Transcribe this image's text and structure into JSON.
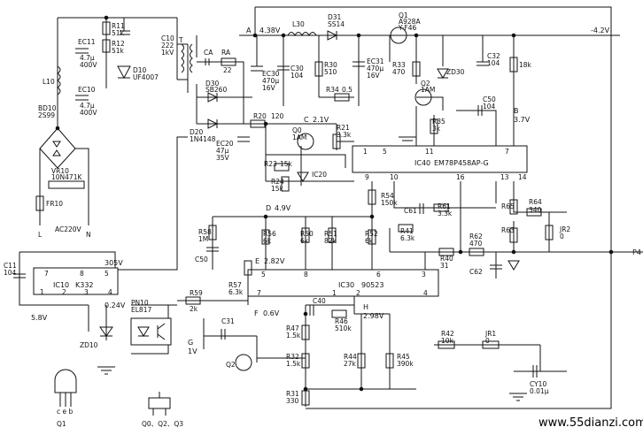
{
  "power_output": "-4.2V",
  "p4": "P4",
  "watermark": "www.55dianzi.com",
  "ic": {
    "ic40_name": "IC40",
    "ic40_part": "EM78P458AP-G",
    "ic40_pins_top": [
      "1",
      "5",
      "11",
      "7"
    ],
    "ic40_pins_bottom": [
      "9",
      "10",
      "16",
      "13",
      "14"
    ],
    "ic30_name": "IC30",
    "ic30_part": "90523",
    "ic30_pins_top": [
      "5",
      "8",
      "6",
      "3"
    ],
    "ic30_pins_bottom": [
      "7",
      "1",
      "2",
      "4"
    ],
    "ic10_name": "IC10",
    "ic10_part": "K332",
    "ic10_pins_top": [
      "7",
      "8",
      "5"
    ],
    "ic10_pins_bottom": [
      "1",
      "2",
      "3",
      "4"
    ],
    "ic20": "IC20"
  },
  "nodes": {
    "a": "A",
    "a_v": "4.38V",
    "b": "B",
    "b_v": "3.7V",
    "c": "C",
    "c_v": "2.1V",
    "d": "D",
    "d_v": "4.9V",
    "e": "E",
    "e_v": "2.82V",
    "f": "F",
    "f_v": "0.6V",
    "g": "G",
    "g_v": "1V",
    "h": "H",
    "h_v": "2.98V",
    "v305": "305V",
    "v58": "5.8V",
    "v024": "0.24V"
  },
  "parts": {
    "r11": "R11",
    "r11_v": "51k",
    "r12": "R12",
    "r12_v": "51k",
    "c10": "C10",
    "c10_v1": "222",
    "c10_v2": "1kV",
    "ec11": "EC11",
    "ec11_v1": "4.7μ",
    "ec11_v2": "400V",
    "ec10": "EC10",
    "ec10_v1": "4.7μ",
    "ec10_v2": "400V",
    "d10": "D10",
    "d10_v": "UF4007",
    "l10": "L10",
    "t": "T",
    "bd10": "BD10",
    "bd10_v": "2S99",
    "vr10": "VR10",
    "vr10_v": "10N471K",
    "fr10": "FR10",
    "ac": "AC220V",
    "l": "L",
    "n": "N",
    "ca": "CA",
    "ra": "RA",
    "ra_v": "22",
    "d30": "D30",
    "d30_v": "SB260",
    "d20": "D20",
    "d20_v": "1N4148",
    "r20": "R20",
    "r20_v": "120",
    "ec20": "EC20",
    "ec20_v1": "47μ",
    "ec20_v2": "35V",
    "l30": "L30",
    "ec30": "EC30",
    "ec30_v1": "470μ",
    "ec30_v2": "16V",
    "c30": "C30",
    "c30_v": "104",
    "r30": "R30",
    "r30_v": "510",
    "r34": "R34",
    "r34_v": "0.5",
    "d31": "D31",
    "d31_v": "SS14",
    "ec31": "EC31",
    "ec31_v1": "470μ",
    "ec31_v2": "16V",
    "q1": "Q1",
    "q1_v1": "A928A",
    "q1_v2": "Y-F46",
    "r33": "R33",
    "r33_v": "470",
    "q2": "Q2",
    "q2_v": "1AM",
    "zd30": "ZD30",
    "c32": "C32",
    "c32_v": "104",
    "r18k": "18k",
    "r35": "R35",
    "r35_v": "3k",
    "c50": "C50",
    "c50_v": "104",
    "r21": "R21",
    "r21_v": "3.3k",
    "q0": "Q0",
    "q0_v": "1AM",
    "r23": "R23",
    "r23_v": "15k",
    "r24": "R24",
    "r24_v": "15k",
    "r54": "R54",
    "r54_v": "150k",
    "c61": "C61",
    "r61": "R61",
    "r61_v": "3.3k",
    "r65": "R65",
    "r64": "R64",
    "r64_v": "340",
    "r63": "R63",
    "jr2": "JR2",
    "jr2_v": "0",
    "r58": "R58",
    "r58_v": "1M",
    "r56": "R56",
    "r56_v": "6k",
    "r50": "R50",
    "r50_v": "6k",
    "r51": "R51",
    "r51_v": "82k",
    "r52": "R52",
    "r52_v": "6k",
    "r41": "R41",
    "r41_v": "6.3k",
    "r40": "R40",
    "r40_v": "31",
    "r62": "R62",
    "r62_v": "470",
    "c62": "C62",
    "c50b": "C50",
    "r57": "R57",
    "r57_v": "6.3k",
    "c11": "C11",
    "c11_v": "104",
    "pn10": "PN10",
    "pn10_v": "EL817",
    "zd10": "ZD10",
    "r59": "R59",
    "r59_v": "2k",
    "c31": "C31",
    "c40": "C40",
    "r47": "R47",
    "r47_v": "1.5k",
    "r46": "R46",
    "r46_v": "510k",
    "r32": "R32",
    "r32_v": "1.5k",
    "q2b": "Q2",
    "r44": "R44",
    "r44_v": "27k",
    "r45": "R45",
    "r45_v": "390k",
    "r42": "R42",
    "r42_v": "10k",
    "jr1": "JR1",
    "jr1_v": "0",
    "r31": "R31",
    "r31_v": "330",
    "cy10": "CY10",
    "cy10_v": "0.01μ",
    "q1_pkg": "Q1",
    "q_pkg": "Q0、Q2、Q3",
    "pkg_pins": "c e b"
  }
}
